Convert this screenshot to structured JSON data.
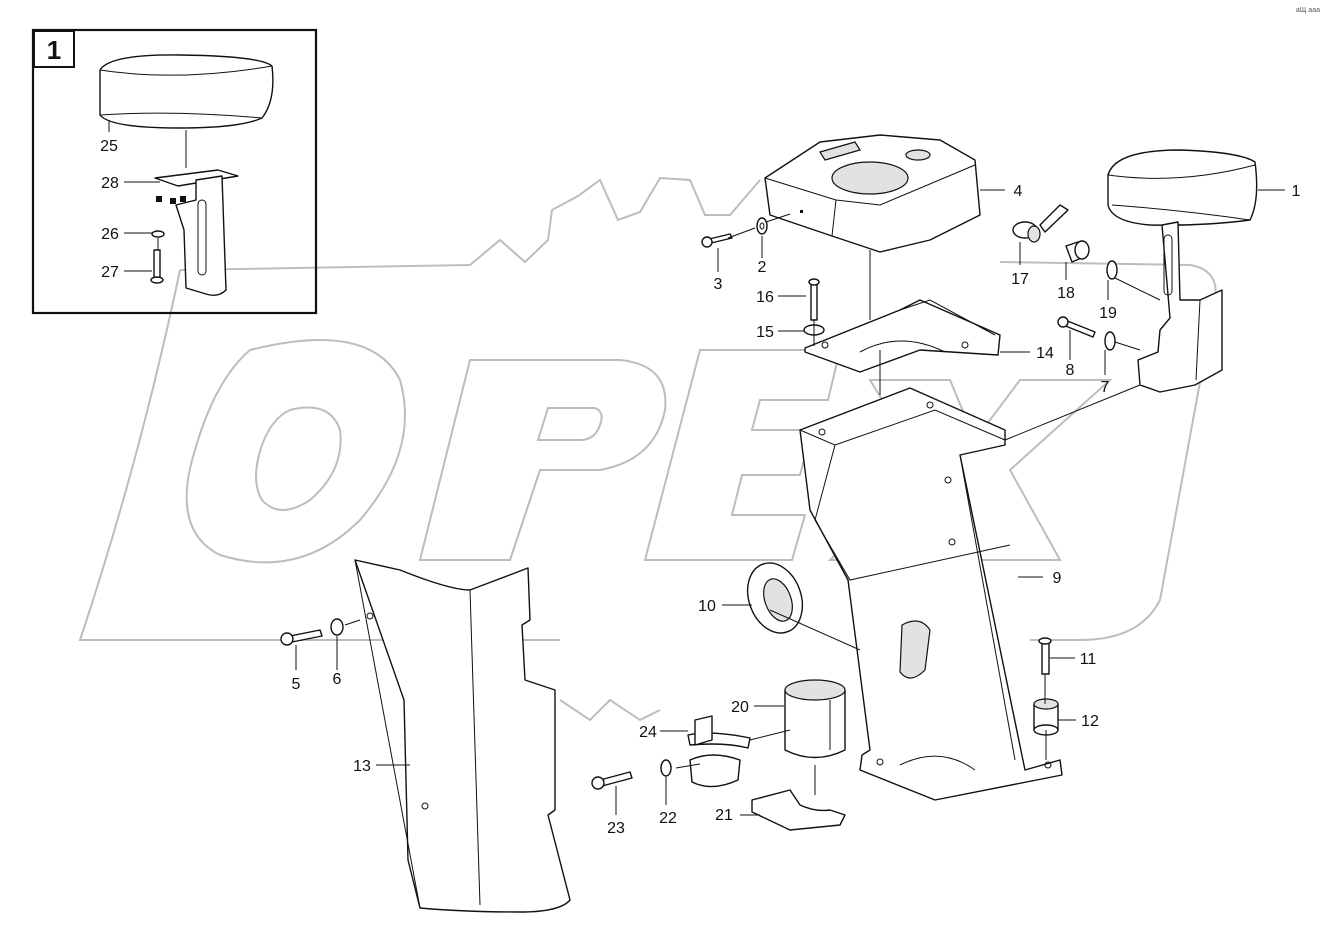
{
  "inset": {
    "number": "1"
  },
  "watermark": {
    "text": "OPEX"
  },
  "corner_mark": "аЩ ааа",
  "callouts": [
    {
      "id": "1",
      "label": "1"
    },
    {
      "id": "2",
      "label": "2"
    },
    {
      "id": "3",
      "label": "3"
    },
    {
      "id": "4",
      "label": "4"
    },
    {
      "id": "5",
      "label": "5"
    },
    {
      "id": "6",
      "label": "6"
    },
    {
      "id": "7",
      "label": "7"
    },
    {
      "id": "8",
      "label": "8"
    },
    {
      "id": "9",
      "label": "9"
    },
    {
      "id": "10",
      "label": "10"
    },
    {
      "id": "11",
      "label": "11"
    },
    {
      "id": "12",
      "label": "12"
    },
    {
      "id": "13",
      "label": "13"
    },
    {
      "id": "14",
      "label": "14"
    },
    {
      "id": "15",
      "label": "15"
    },
    {
      "id": "16",
      "label": "16"
    },
    {
      "id": "17",
      "label": "17"
    },
    {
      "id": "18",
      "label": "18"
    },
    {
      "id": "19",
      "label": "19"
    },
    {
      "id": "20",
      "label": "20"
    },
    {
      "id": "21",
      "label": "21"
    },
    {
      "id": "22",
      "label": "22"
    },
    {
      "id": "23",
      "label": "23"
    },
    {
      "id": "24",
      "label": "24"
    },
    {
      "id": "25",
      "label": "25"
    },
    {
      "id": "26",
      "label": "26"
    },
    {
      "id": "27",
      "label": "27"
    },
    {
      "id": "28",
      "label": "28"
    }
  ]
}
